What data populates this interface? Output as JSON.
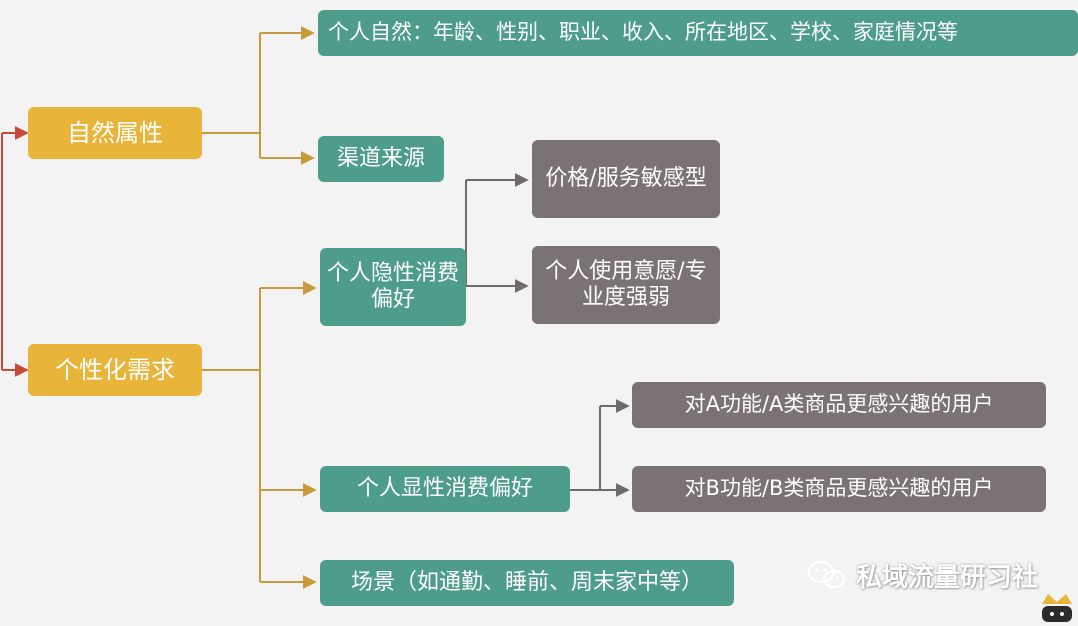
{
  "colors": {
    "background": "#f3f3f3",
    "root_node": "#e9b43a",
    "level2_node": "#4d9c8c",
    "level3_node": "#7a7277",
    "connector": "#c99a3a",
    "connector_gray": "#6f6a6c",
    "root_connector": "#c94a3a"
  },
  "nodes": {
    "natural_attributes": "自然属性",
    "personalized_needs": "个性化需求",
    "personal_natural": "个人自然：年龄、性别、职业、收入、所在地区、学校、家庭情况等",
    "channel_source": "渠道来源",
    "implicit_preference": "个人隐性消费偏好",
    "price_sensitive": "价格/服务敏感型",
    "usage_willingness": "个人使用意愿/专业度强弱",
    "explicit_preference": "个人显性消费偏好",
    "interest_a": "对A功能/A类商品更感兴趣的用户",
    "interest_b": "对B功能/B类商品更感兴趣的用户",
    "scenario": "场景（如通勤、睡前、周末家中等）"
  },
  "watermark": {
    "text": "私域流量研习社",
    "icon": "wechat-icon"
  }
}
